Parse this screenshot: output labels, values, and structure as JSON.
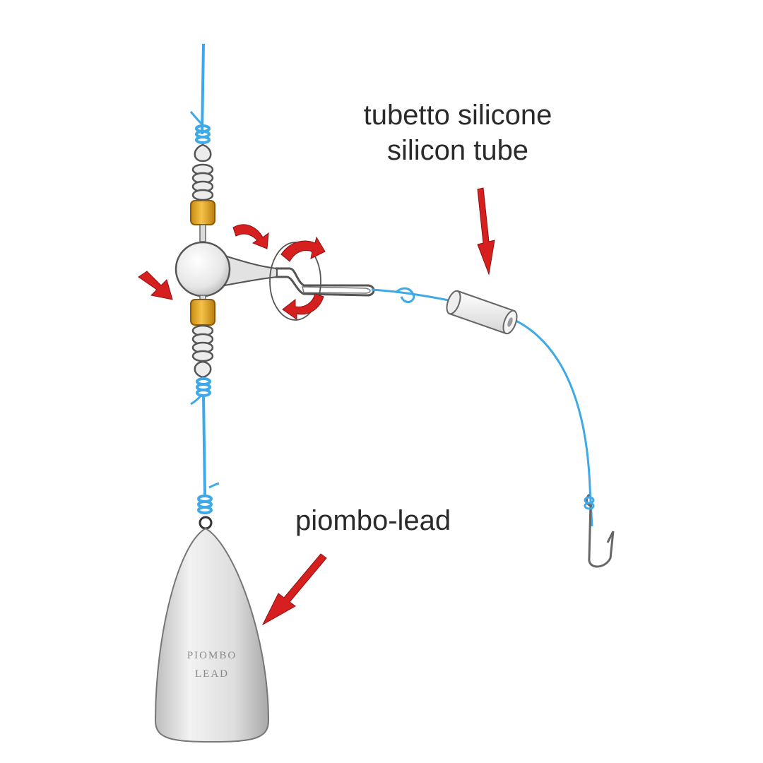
{
  "labels": {
    "tube_line1": "tubetto silicone",
    "tube_line2": "silicon tube",
    "lead": "piombo-lead"
  },
  "sinker": {
    "engraving_line1": "PIOMBO",
    "engraving_line2": "LEAD"
  },
  "colors": {
    "line": "#3fa9e8",
    "arrow": "#d61f1f",
    "bead": "#e3a51c",
    "metal": "#e8e8e8",
    "outline": "#555555"
  }
}
